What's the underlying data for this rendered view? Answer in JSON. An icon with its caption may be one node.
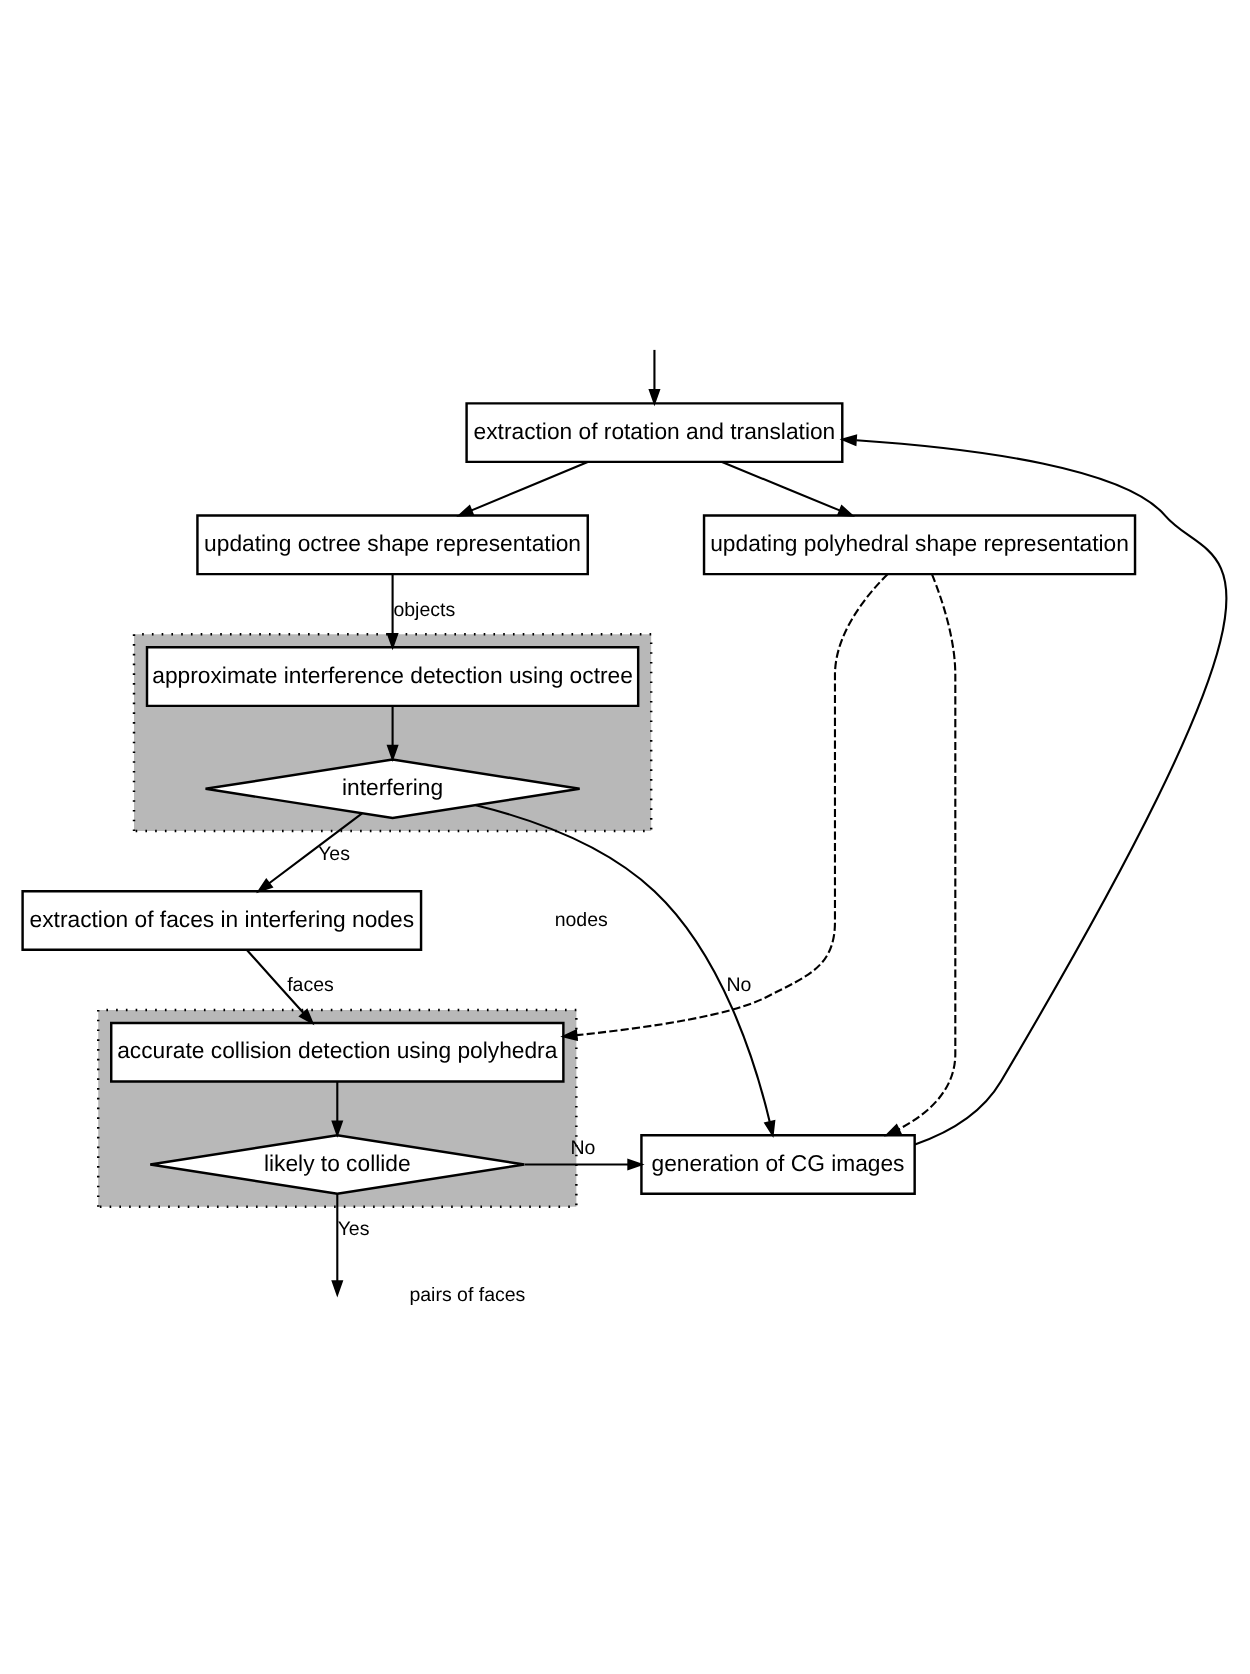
{
  "diagram": {
    "nodes": [
      {
        "text": [
          "extraction of rotation and translation"
        ]
      },
      {
        "text": [
          "updating octree shape representation"
        ]
      },
      {
        "text": [
          "updating polyhedral shape representation"
        ]
      },
      {
        "text": [],
        "shape": "box"
      },
      {
        "text": [
          "approximate interference detection using octree"
        ],
        "in": 3
      },
      {
        "text": [
          "interfering"
        ],
        "in": 3
      },
      {
        "text": [
          "extraction of faces in interfering nodes"
        ]
      },
      {
        "text": [],
        "shape": "box"
      },
      {
        "text": [
          "accurate collision detection using polyhedra"
        ],
        "in": 7
      },
      {
        "text": [
          "likely to collide"
        ],
        "in": 7
      },
      {
        "text": [
          "generation of CG images"
        ]
      }
    ],
    "edges": [
      {
        "from": null,
        "to": 0,
        "arrow": "to"
      },
      {
        "from": 10,
        "to": 0,
        "arrow": "to"
      },
      {
        "from": 0,
        "to": 1,
        "arrow": "to"
      },
      {
        "from": 0,
        "to": 2,
        "arrow": "to"
      },
      {
        "from": 1,
        "to": 4,
        "arrow": "to",
        "label": "objects"
      },
      {
        "from": 4,
        "to": 5,
        "arrow": "to"
      },
      {
        "from": 5,
        "to": 6,
        "arrow": "to",
        "label": "Yes"
      },
      {
        "from": 5,
        "to": 10,
        "arrow": "to",
        "label": "No"
      },
      {
        "from": 2,
        "to": 8,
        "arrow": "to",
        "style": "dashed"
      },
      {
        "from": 2,
        "to": 10,
        "arrow": "to",
        "style": "dashed"
      },
      {
        "from": 6,
        "to": 8,
        "arrow": "to",
        "label": "faces"
      },
      {
        "from": 8,
        "to": 9,
        "arrow": "to"
      },
      {
        "from": 9,
        "to": 10,
        "arrow": "to",
        "label": "No"
      },
      {
        "from": 9,
        "to": null,
        "arrow": "to",
        "label": "Yes"
      }
    ],
    "labels": [
      "nodes",
      "pairs of faces"
    ]
  }
}
